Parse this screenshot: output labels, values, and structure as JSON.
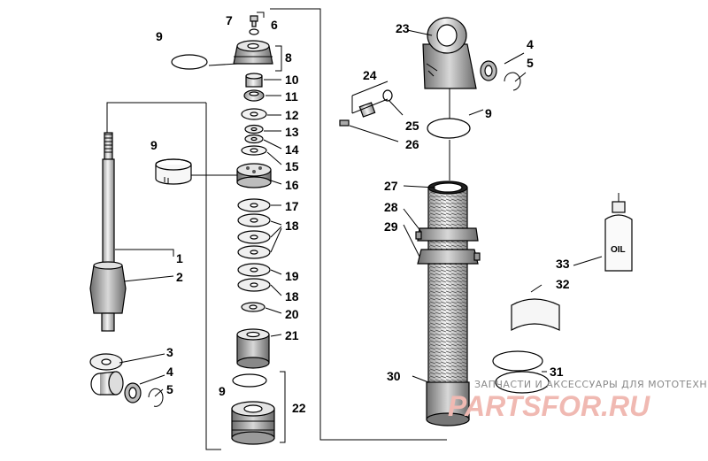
{
  "callouts": {
    "c1": "1",
    "c2": "2",
    "c3": "3",
    "c4a": "4",
    "c5a": "5",
    "c6": "6",
    "c7": "7",
    "c8": "8",
    "c9a": "9",
    "c9b": "9",
    "c9c": "9",
    "c9d": "9",
    "c10": "10",
    "c11": "11",
    "c12": "12",
    "c13": "13",
    "c14": "14",
    "c15": "15",
    "c16": "16",
    "c17": "17",
    "c18a": "18",
    "c18b": "18",
    "c19": "19",
    "c20": "20",
    "c21": "21",
    "c22": "22",
    "c23": "23",
    "c4b": "4",
    "c5b": "5",
    "c24": "24",
    "c25": "25",
    "c26": "26",
    "c27": "27",
    "c28": "28",
    "c29": "29",
    "c30": "30",
    "c31": "31",
    "c32": "32",
    "c33": "33"
  },
  "oil_bottle_label": "OIL",
  "watermark": {
    "tagline": "ЗАПЧАСТИ И АКСЕССУАРЫ ДЛЯ МОТОТЕХНИКИ",
    "logo": "PARTSFOR.RU"
  }
}
